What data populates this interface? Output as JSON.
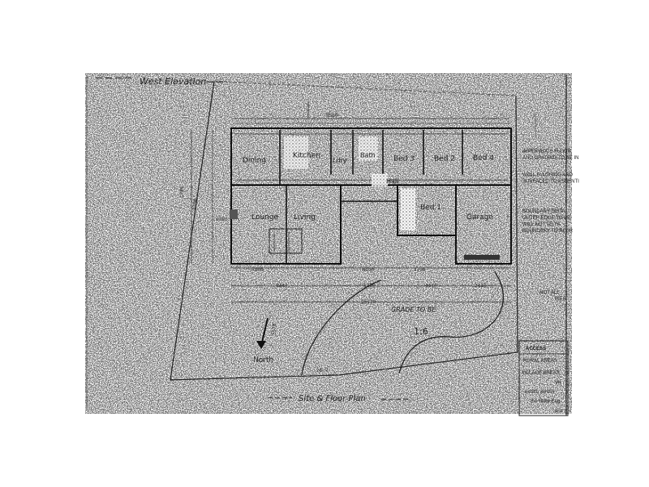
{
  "sheet": {
    "west_elevation_label": "West Elevation",
    "site_floor_plan_label": "Site & Floor Plan",
    "north_label": "North",
    "grade_label": "GRADE TO BE",
    "grade_ratio": "1:6"
  },
  "rooms": {
    "dining": "Dining",
    "kitchen": "Kitchen",
    "laundry": "Ldry",
    "bath": "Bath",
    "bed3": "Bed 3",
    "bed2": "Bed 2",
    "bed4": "Bed 4",
    "hall": "Hall",
    "lounge": "Lounge",
    "living": "Living",
    "bed1": "Bed 1",
    "garage": "Garage"
  },
  "dimensions": {
    "overall_top": "9580",
    "overall_bottom": "25170",
    "bottom_a": "9440",
    "bottom_b": "5150",
    "bottom_c": "4410",
    "bottom_d": "2440",
    "lower_a": "5800",
    "lower_b": "6150",
    "lower_c": "3700",
    "left_a": "1740",
    "left_b": "1700",
    "left_c": "6300",
    "rear": "3570",
    "front": "28.7"
  },
  "notes": {
    "impervious": "IMPERVIOUS FLOOR",
    "impervious_2": "AND GRADING TO BE IN",
    "wall_flushing": "WALL FLUSHING AND",
    "wall_flushing_2": "SURFACED TO ESSENTI",
    "boundary": "BOUNDARY DISTA",
    "boundary_2": "OUTER EDGE TO BE",
    "boundary_3": "WILL NOT TO FA",
    "boundary_4": "BOUNDARY TO REAR",
    "not_all": "NOT ALL",
    "not_all_2": "PIES",
    "access_title": "ACCESS",
    "rural_areas": "RURAL AREAS",
    "village_areas": "VILLAGE AREAS",
    "vh": "Vh",
    "exists": "exists, across",
    "shire": "the Shire Eng",
    "ens": "ens"
  }
}
